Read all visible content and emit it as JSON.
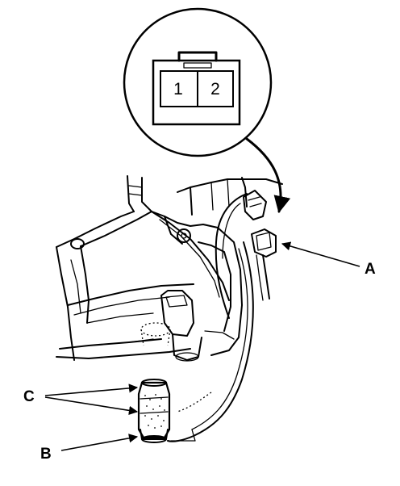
{
  "connector_view": {
    "pins": [
      "1",
      "2"
    ]
  },
  "callouts": {
    "a": "A",
    "b": "B",
    "c": "C"
  }
}
